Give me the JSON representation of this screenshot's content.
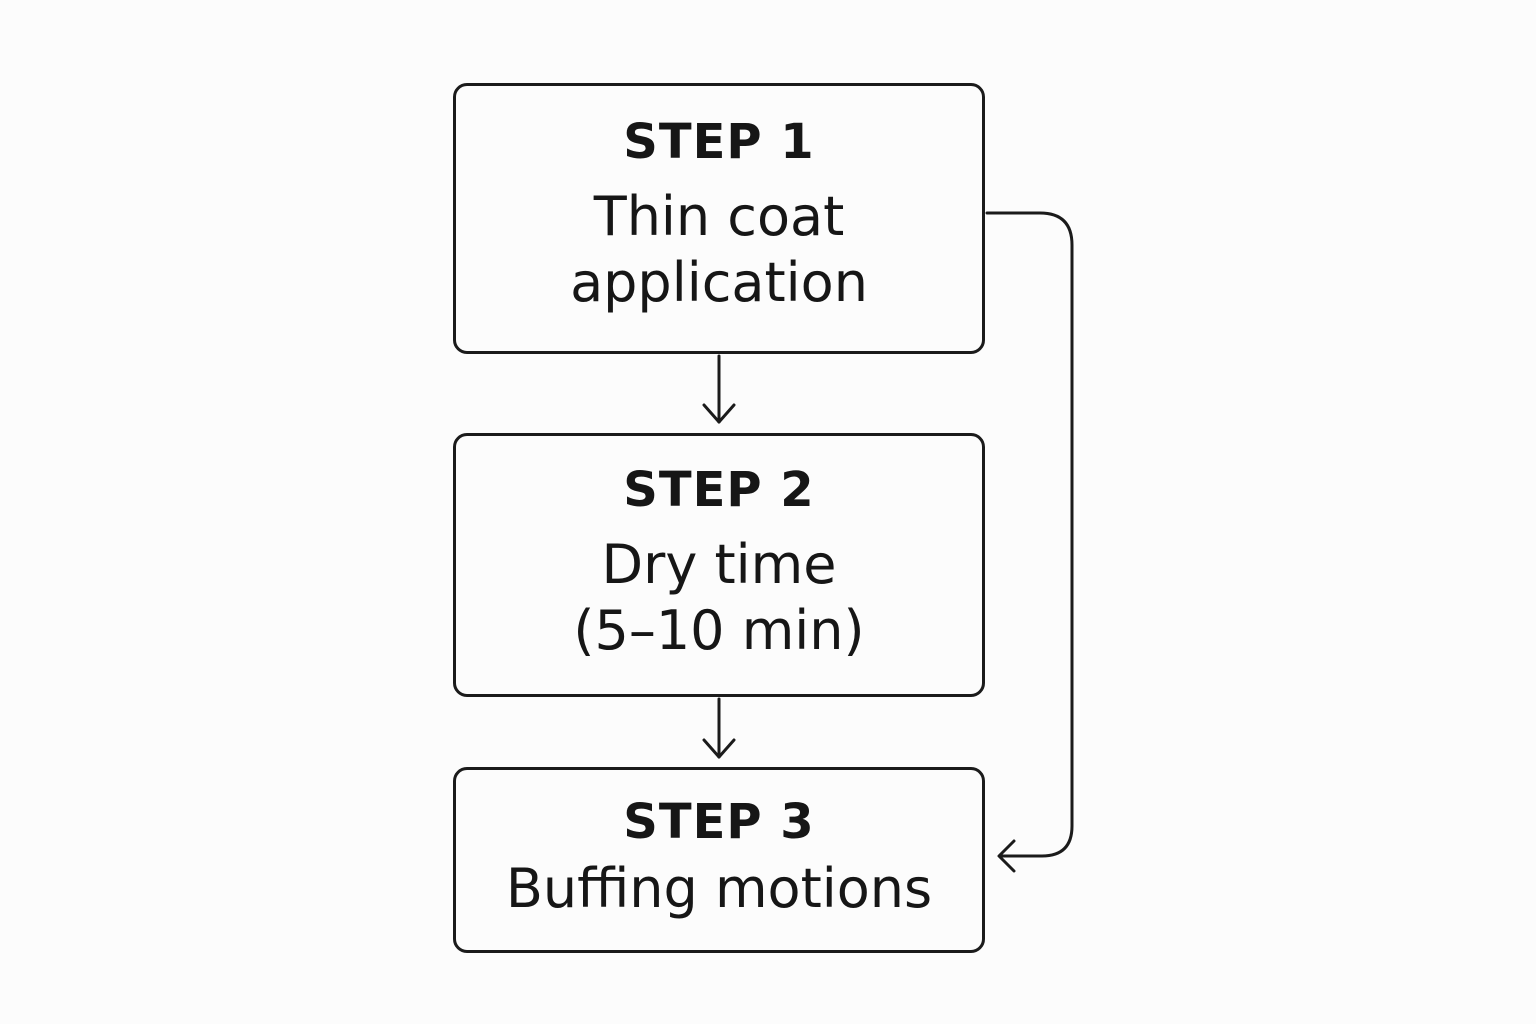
{
  "diagram": {
    "type": "flowchart",
    "steps": [
      {
        "id": "step1",
        "label": "STEP 1",
        "text_lines": [
          "Thin coat",
          "application"
        ]
      },
      {
        "id": "step2",
        "label": "STEP 2",
        "text_lines": [
          "Dry time",
          "(5–10 min)"
        ]
      },
      {
        "id": "step3",
        "label": "STEP 3",
        "text_lines": [
          "Buffing motions"
        ]
      }
    ],
    "edges": [
      {
        "from": "step1",
        "to": "step2",
        "kind": "down-arrow"
      },
      {
        "from": "step2",
        "to": "step3",
        "kind": "down-arrow"
      },
      {
        "from": "step1",
        "to": "step3",
        "kind": "side-loop-arrow"
      }
    ],
    "colors": {
      "stroke": "#1b1b1b",
      "background": "#fcfcfc",
      "text": "#161616"
    }
  }
}
